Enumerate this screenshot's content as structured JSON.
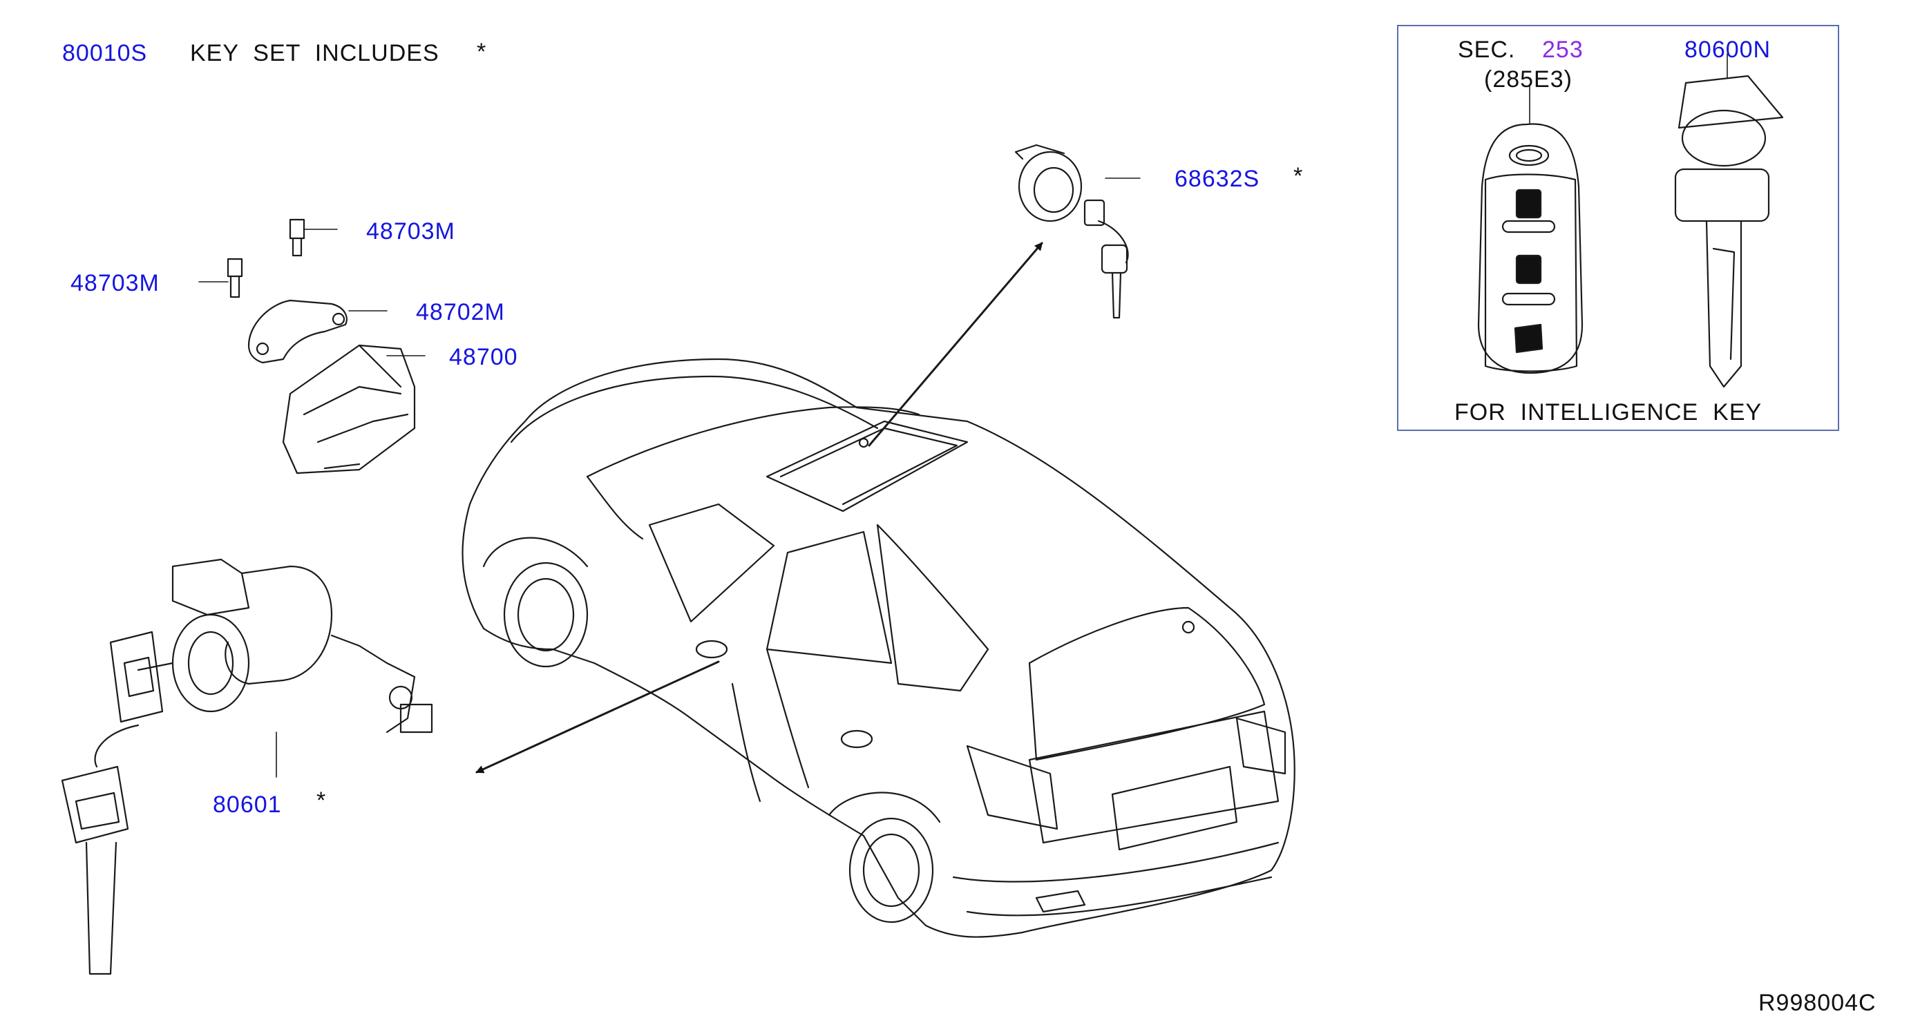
{
  "colors": {
    "part_number": "#1515e0",
    "section_ref": "#8a2be2",
    "text": "#111111",
    "line": "#1a1a1a",
    "inset_border": "#5a6fb0"
  },
  "header": {
    "kit_part": "80010S",
    "kit_text": "KEY  SET  INCLUDES",
    "kit_mark": "*"
  },
  "callouts": [
    {
      "id": "48703M-a",
      "part": "48703M"
    },
    {
      "id": "48703M-b",
      "part": "48703M"
    },
    {
      "id": "48702M",
      "part": "48702M"
    },
    {
      "id": "48700",
      "part": "48700"
    },
    {
      "id": "68632S",
      "part": "68632S",
      "mark": "*"
    },
    {
      "id": "80601",
      "part": "80601",
      "mark": "*"
    }
  ],
  "inset": {
    "sec_prefix": "SEC.",
    "sec_number": "253",
    "sec_sub": "(285E3)",
    "key_part": "80600N",
    "caption": "FOR  INTELLIGENCE  KEY"
  },
  "footer": {
    "diagram_code": "R998004C"
  }
}
